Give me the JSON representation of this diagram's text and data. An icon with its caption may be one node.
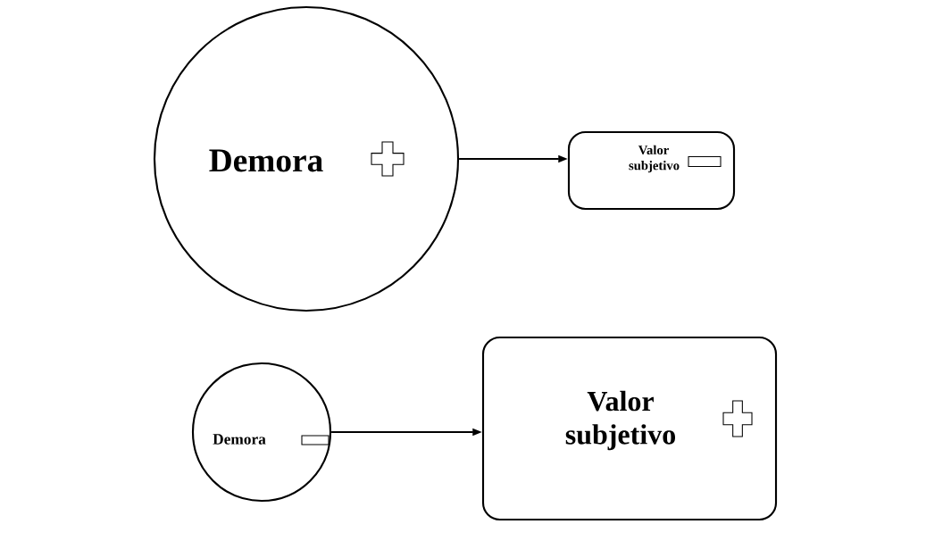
{
  "diagram": {
    "nodes": [
      {
        "text": [
          "Demora"
        ]
      },
      {
        "text": [
          "Valor subjetivo"
        ]
      },
      {
        "text": [
          "Demora"
        ]
      },
      {
        "text": [
          "Valor subjetivo"
        ]
      }
    ],
    "edges": [
      {
        "from": 0,
        "to": 1,
        "arrow": "to"
      },
      {
        "from": 2,
        "to": 3,
        "arrow": "to"
      }
    ]
  }
}
